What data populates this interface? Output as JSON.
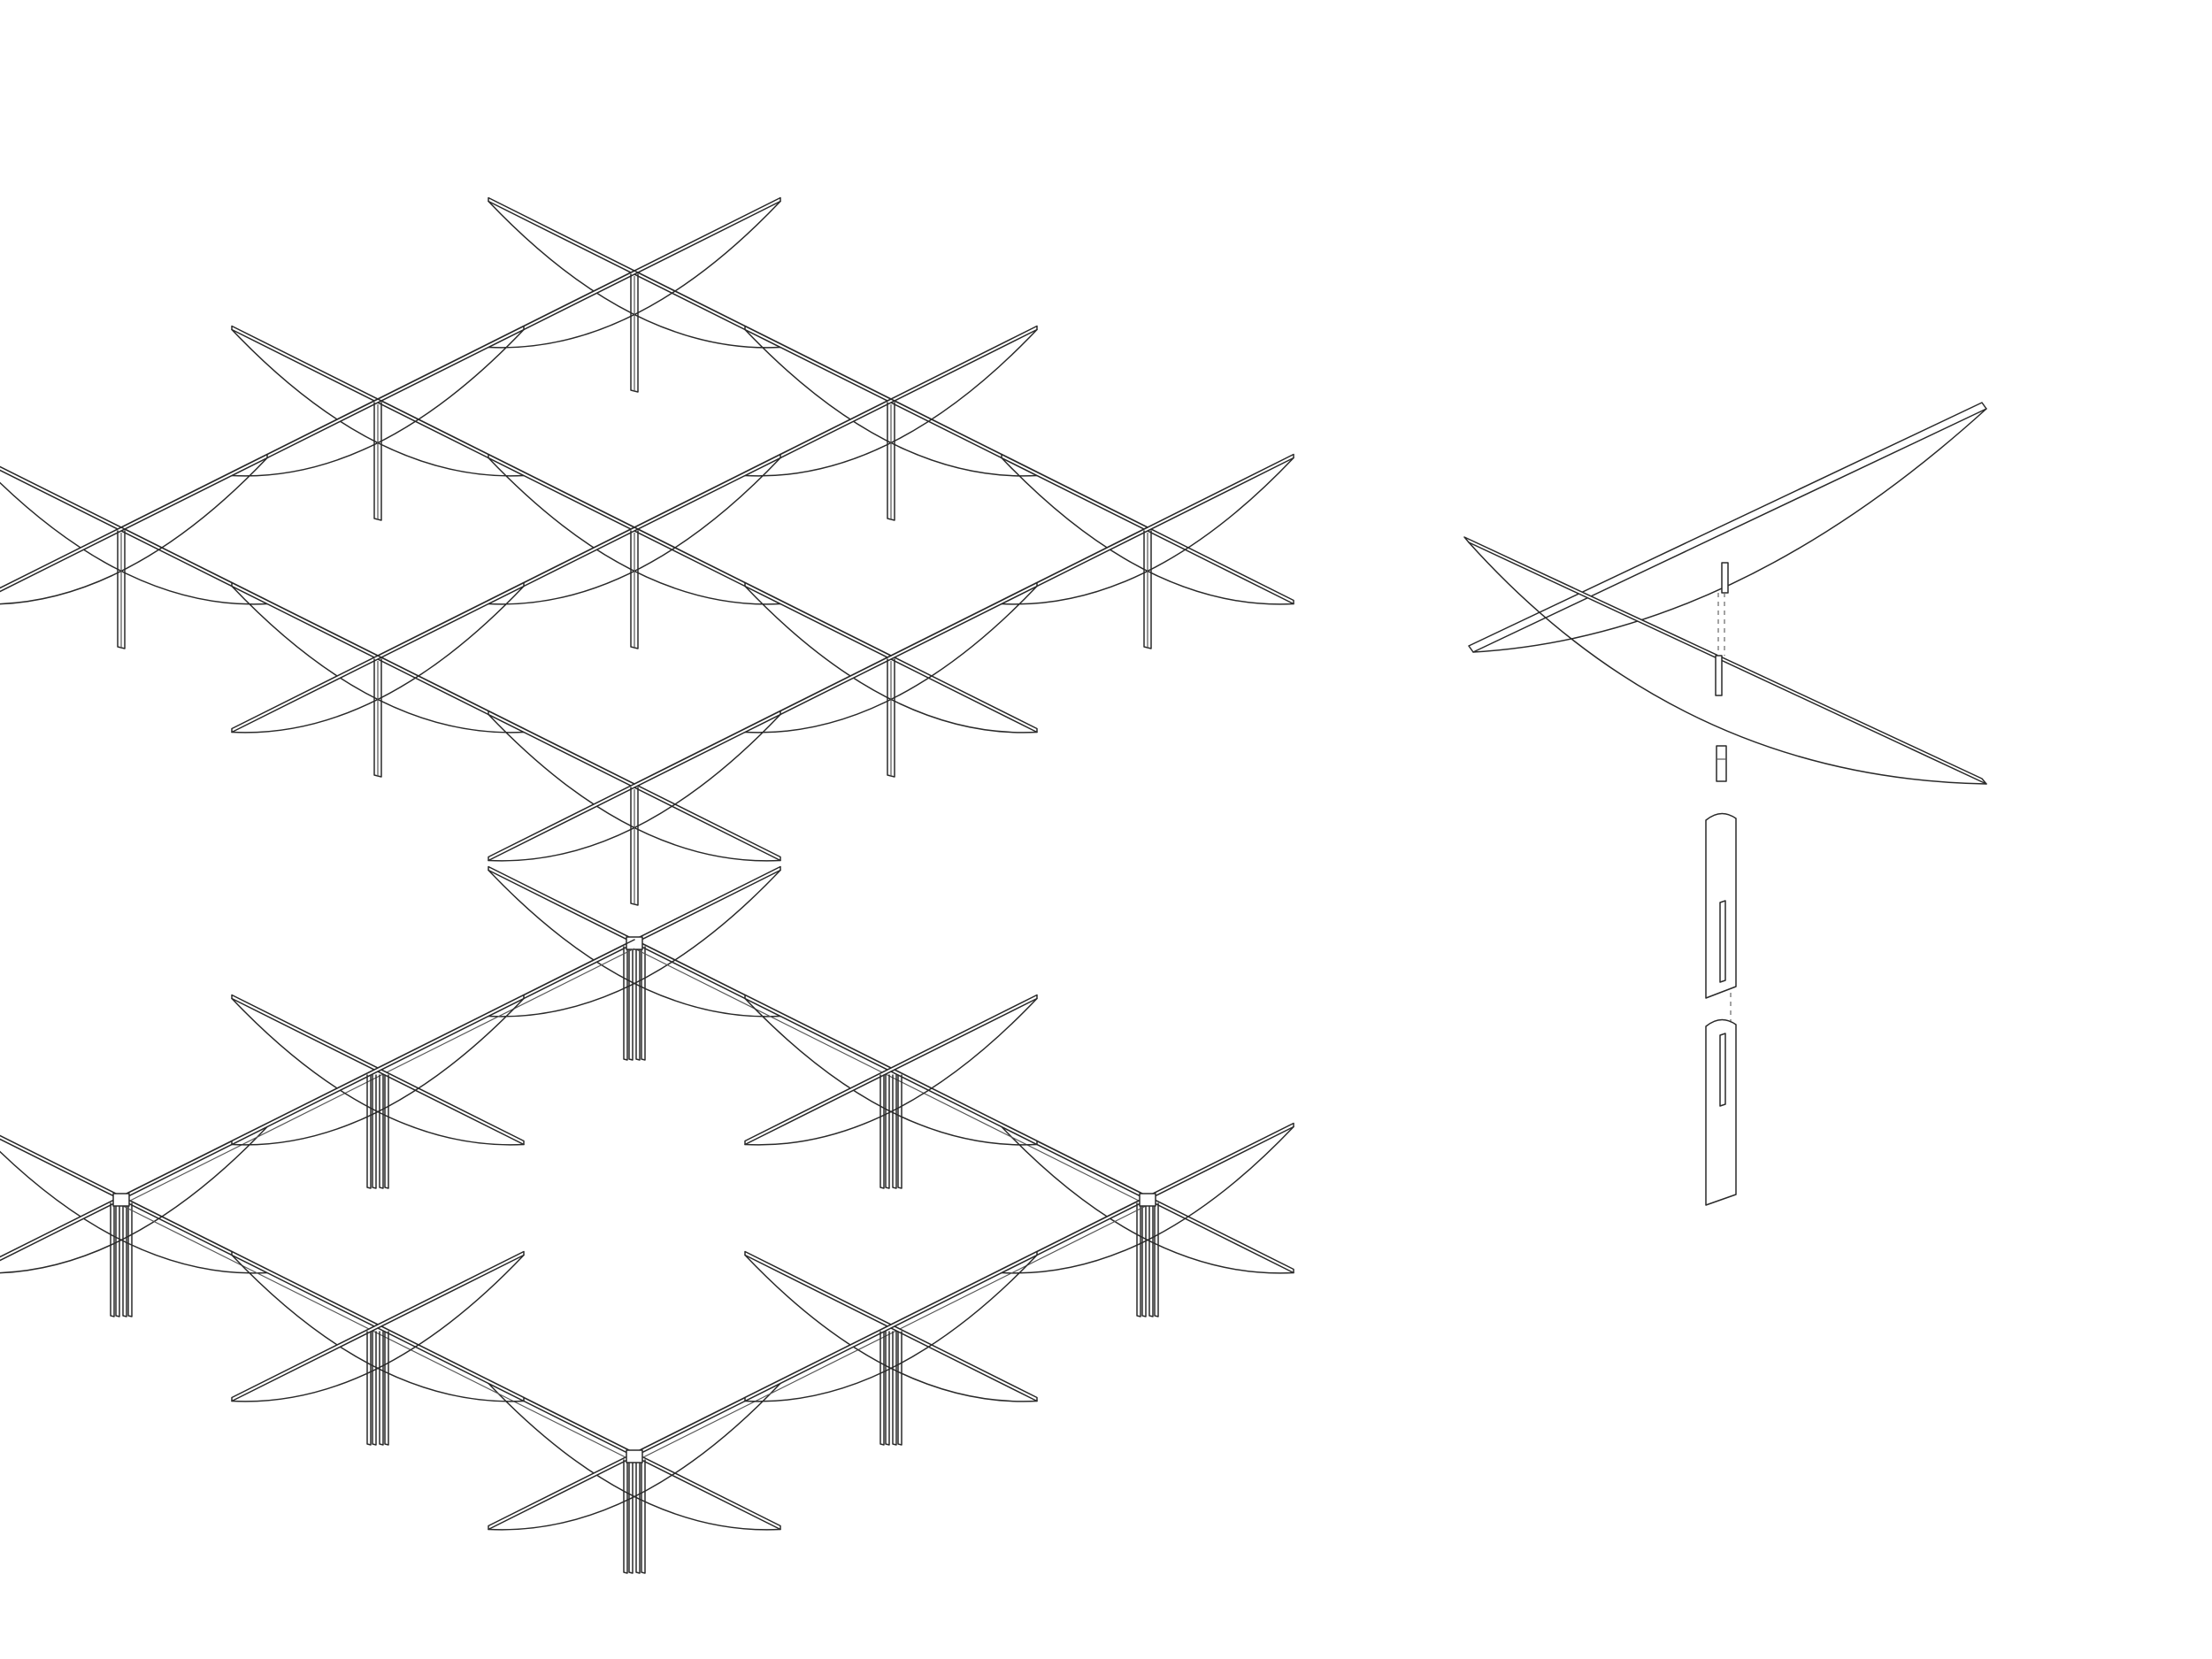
{
  "figure": {
    "views": [
      {
        "id": "canopy-grid-assembled",
        "caption": ""
      },
      {
        "id": "canopy-grid-with-beams",
        "caption": ""
      },
      {
        "id": "single-unit-exploded",
        "caption": ""
      }
    ],
    "ink_color": "#2a2a2a",
    "paper_color": "#ffffff"
  }
}
